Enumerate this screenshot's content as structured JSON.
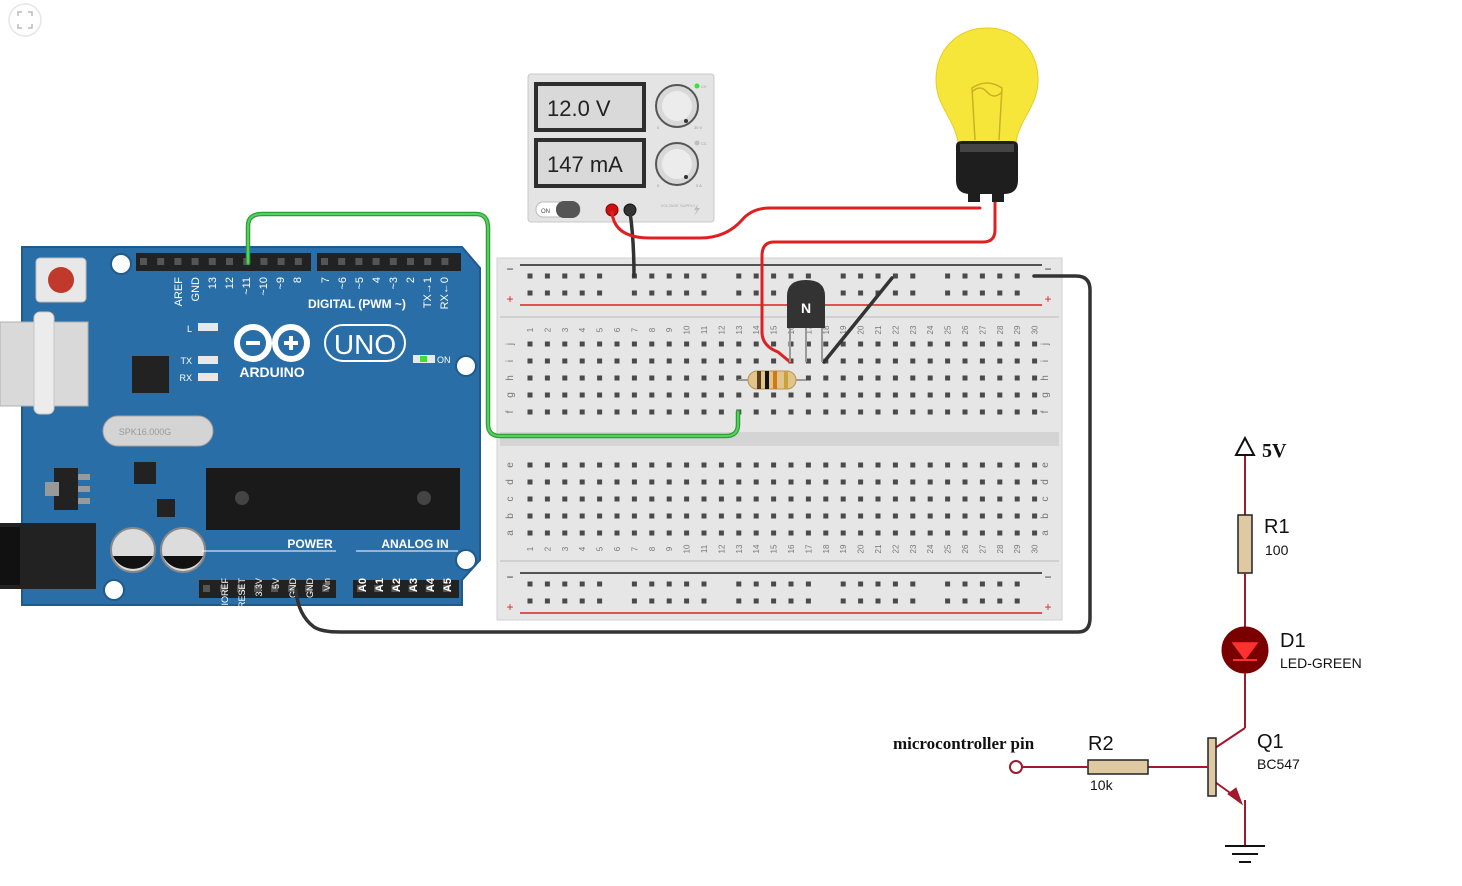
{
  "fullscreen_icon": "fullscreen-icon",
  "arduino": {
    "digital_label": "DIGITAL (PWM ~)",
    "digital_pins": [
      "AREF",
      "GND",
      "13",
      "12",
      "~11",
      "~10",
      "~9",
      "8",
      "7",
      "~6",
      "~5",
      "4",
      "~3",
      "2",
      "TX→1",
      "RX←0"
    ],
    "power_label": "POWER",
    "power_pins": [
      "IOREF",
      "RESET",
      "3.3V",
      "5V",
      "GND",
      "GND",
      "Vin"
    ],
    "analog_label": "ANALOG IN",
    "analog_pins": [
      "A0",
      "A1",
      "A2",
      "A3",
      "A4",
      "A5"
    ],
    "logo_text": "ARDUINO",
    "model_text": "UNO",
    "on_label": "ON",
    "led_l": "L",
    "led_tx": "TX",
    "led_rx": "RX",
    "crystal_text": "SPK16.000G"
  },
  "power_supply": {
    "voltage": "12.0 V",
    "current": "147 mA",
    "on_label": "ON",
    "brand": "VOLTAGE SUPPLY",
    "knob1_min": "0",
    "knob1_max": "30 V",
    "knob2_min": "0",
    "knob2_max": "5 A",
    "cv_label": "CV",
    "cc_label": "CC"
  },
  "breadboard": {
    "minus": "−",
    "plus": "+",
    "rows_top": [
      "j",
      "i",
      "h",
      "g",
      "f"
    ],
    "rows_bottom": [
      "e",
      "d",
      "c",
      "b",
      "a"
    ],
    "columns": [
      "1",
      "2",
      "3",
      "4",
      "5",
      "6",
      "7",
      "8",
      "9",
      "10",
      "11",
      "12",
      "13",
      "14",
      "15",
      "16",
      "17",
      "18",
      "19",
      "20",
      "21",
      "22",
      "23",
      "24",
      "25",
      "26",
      "27",
      "28",
      "29",
      "30"
    ]
  },
  "transistor_label": "N",
  "schematic": {
    "supply_label": "5V",
    "r1_name": "R1",
    "r1_value": "100",
    "d1_name": "D1",
    "d1_value": "LED-GREEN",
    "q1_name": "Q1",
    "q1_value": "BC547",
    "r2_name": "R2",
    "r2_value": "10k",
    "input_label": "microcontroller pin"
  },
  "colors": {
    "arduino_blue": "#2a6ea8",
    "wire_green": "#3cb043",
    "wire_red": "#e02020",
    "wire_black": "#333333",
    "bulb_yellow": "#f7e63a",
    "led_red": "#b00000",
    "schematic_red": "#a0192c"
  }
}
